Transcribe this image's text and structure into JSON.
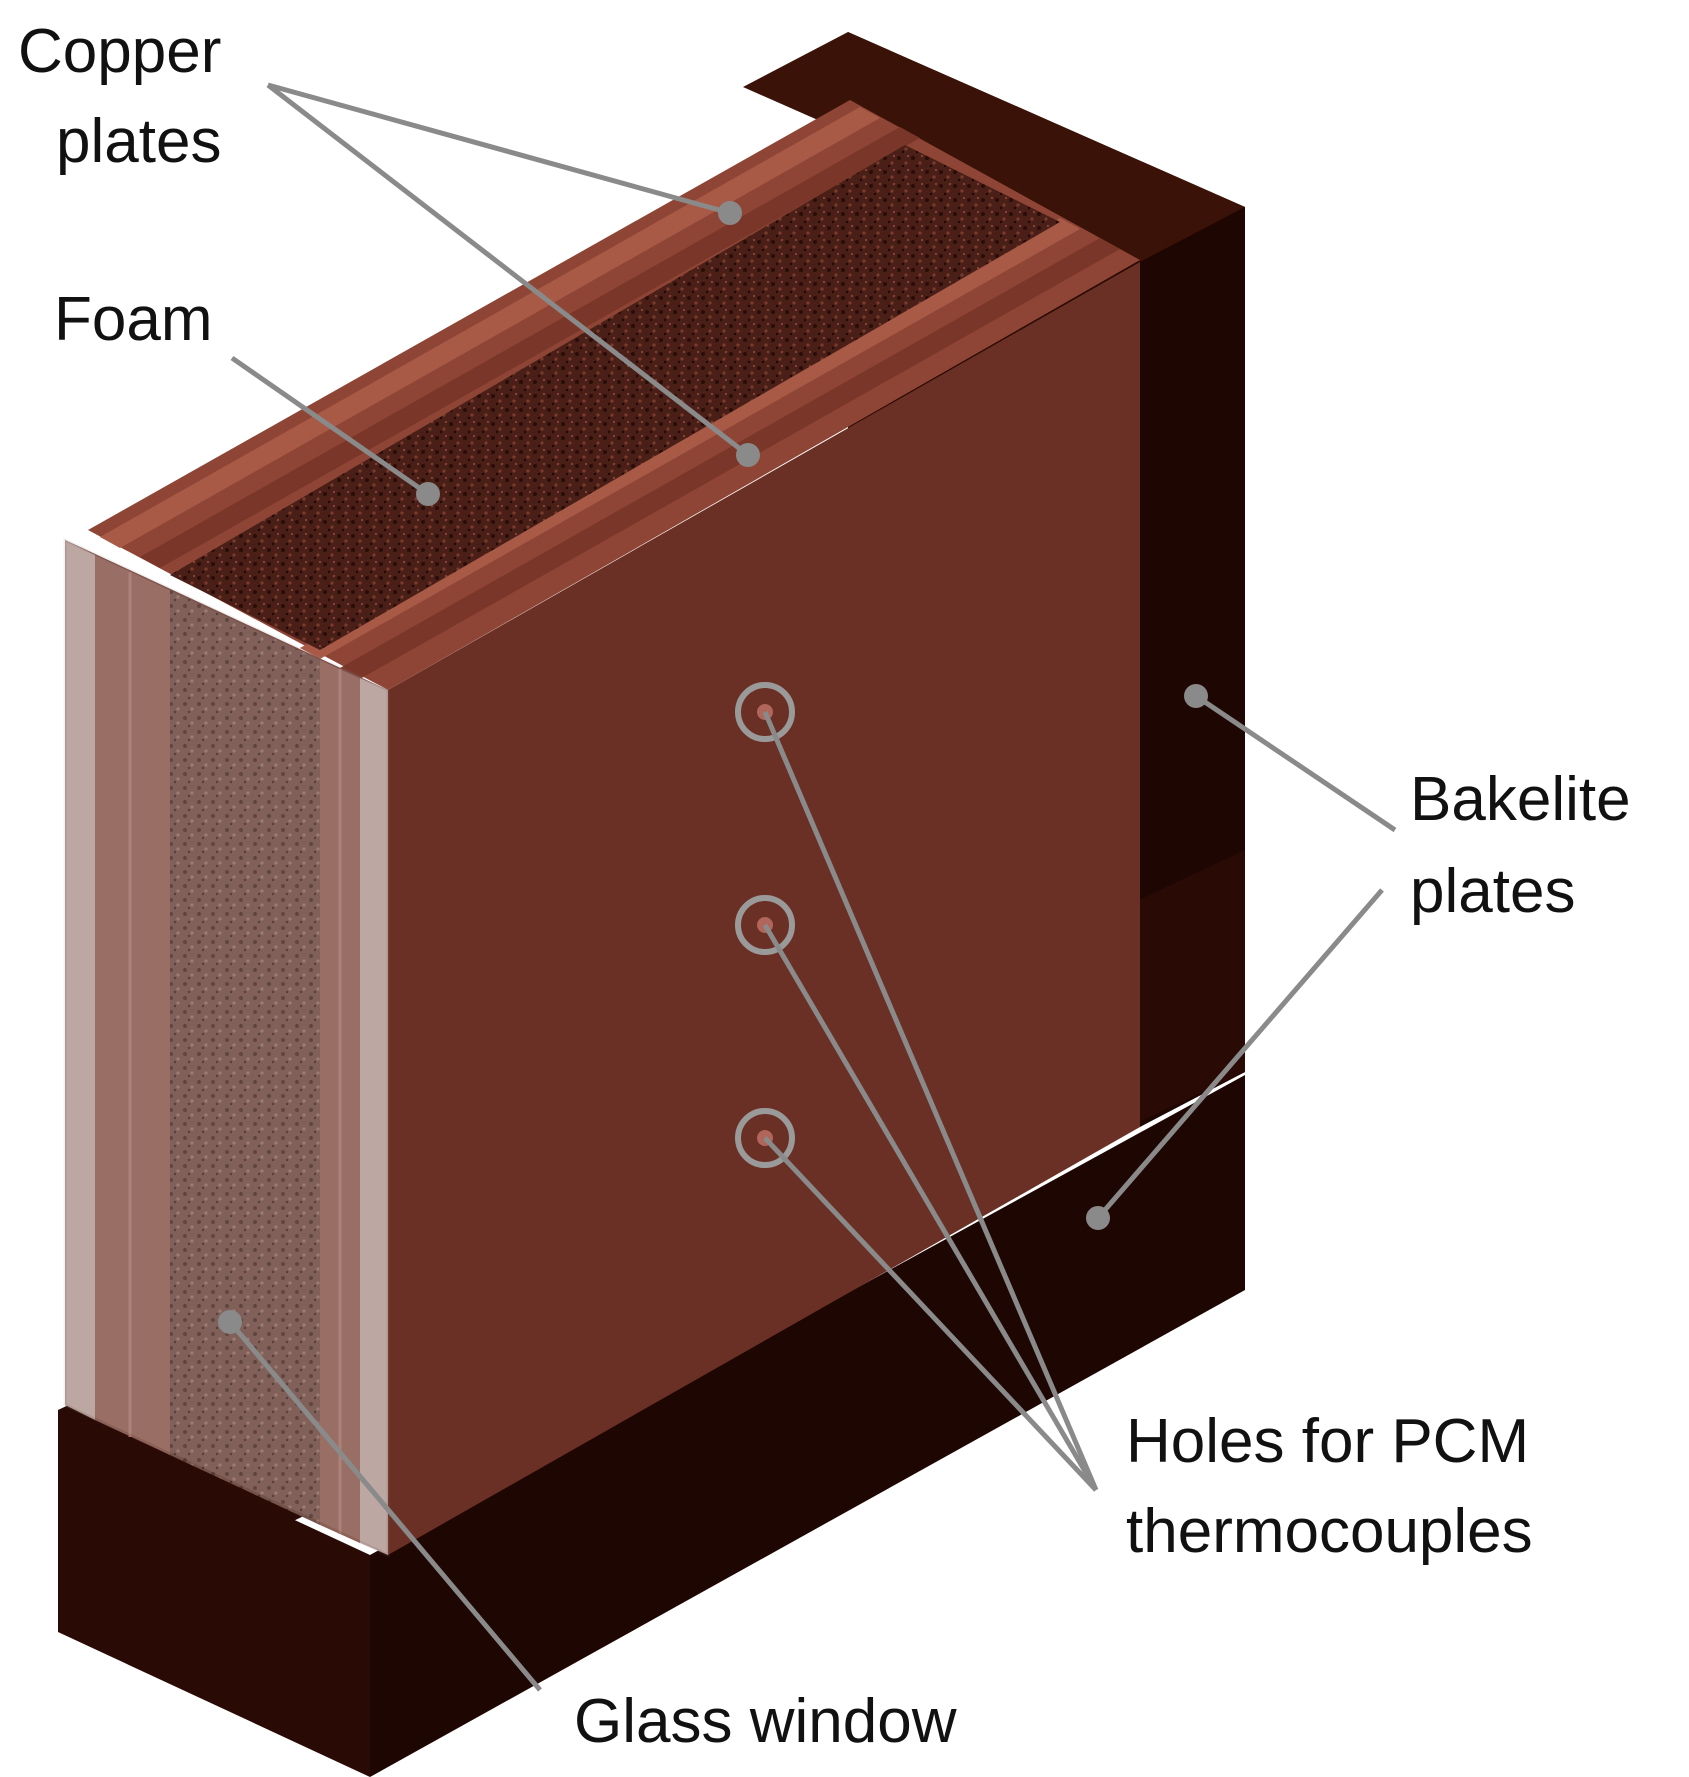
{
  "labels": {
    "copper_line1": "Copper",
    "copper_line2": "plates",
    "foam": "Foam",
    "bakelite_line1": "Bakelite",
    "bakelite_line2": "plates",
    "holes_line1": "Holes for PCM",
    "holes_line2": "thermocouples",
    "glass": "Glass window"
  },
  "colors": {
    "copper": "#6b3025",
    "copper_light": "#8e4535",
    "bakelite": "#2a0a05",
    "foam": "#4a1f17",
    "leader": "#8a8a8a",
    "glass": "#b9a4a0"
  }
}
